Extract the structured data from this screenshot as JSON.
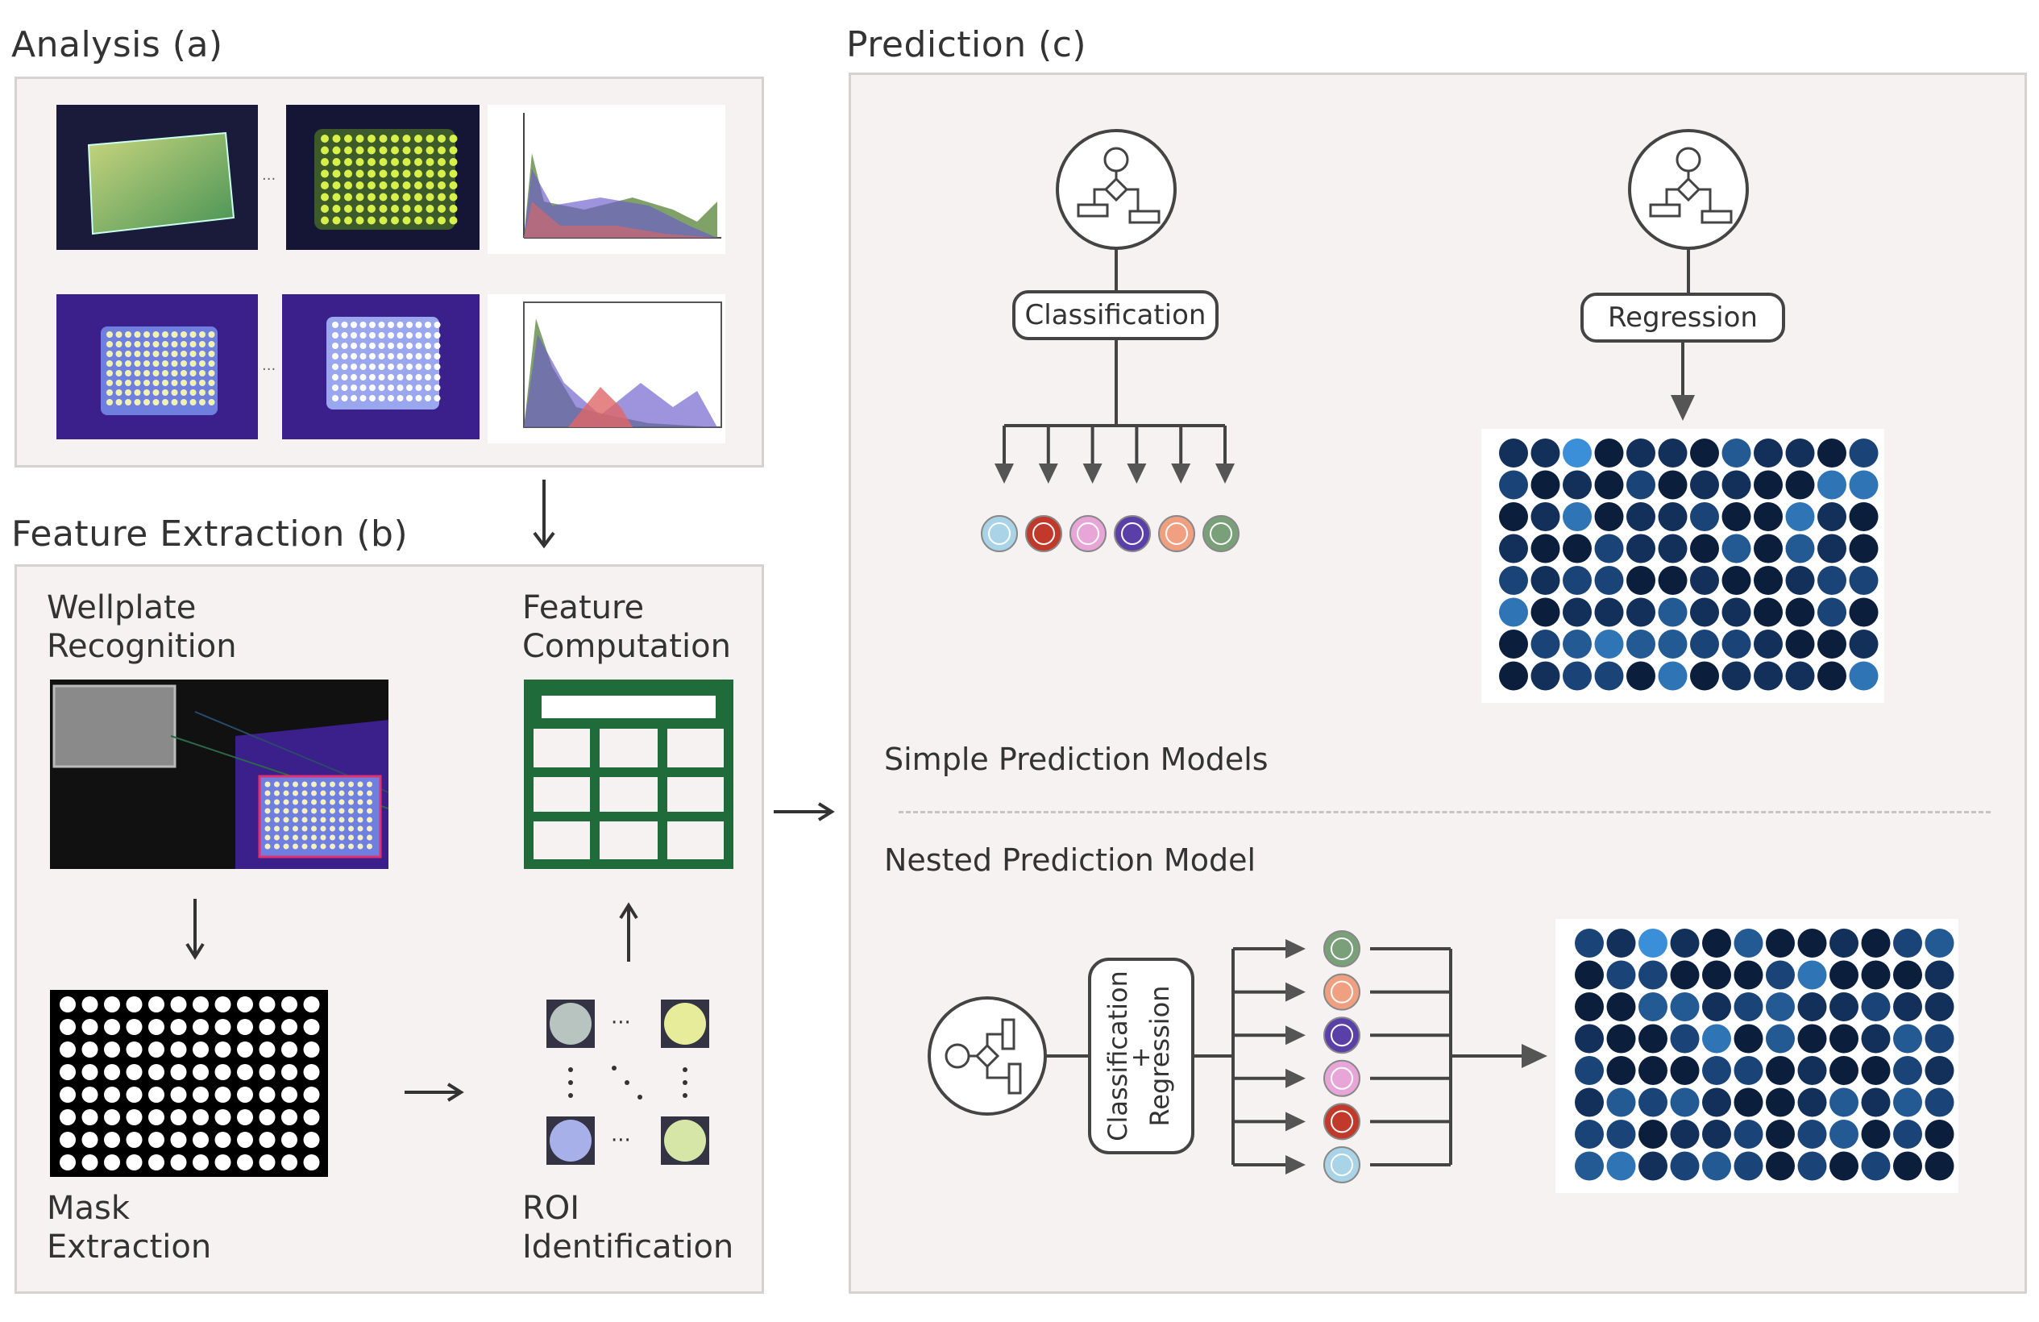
{
  "analysis": {
    "title": "Analysis (a)"
  },
  "feature_extraction": {
    "title": "Feature Extraction (b)",
    "wellplate_recognition": [
      "Wellplate",
      "Recognition"
    ],
    "feature_computation": [
      "Feature",
      "Computation"
    ],
    "mask_extraction": [
      "Mask",
      "Extraction"
    ],
    "roi_identification": [
      "ROI",
      "Identification"
    ]
  },
  "prediction": {
    "title": "Prediction (c)",
    "classification_label": "Classification",
    "regression_label": "Regression",
    "simple_models_label": "Simple Prediction Models",
    "nested_model_label": "Nested Prediction Model",
    "nested_classification": "Classification",
    "nested_plus": "+",
    "nested_regression": "Regression"
  },
  "colors": {
    "panel_bg": "#f6f2f2",
    "table_green": "#1f6b3a",
    "class_colors": [
      "#a9d3e6",
      "#c0392b",
      "#e8a6d8",
      "#5b3fa8",
      "#f0a080",
      "#7aa07a"
    ],
    "nested_class_colors": [
      "#7aa07a",
      "#f0a080",
      "#5b3fa8",
      "#e8a6d8",
      "#c0392b",
      "#a9d3e6"
    ]
  },
  "icons": [
    "decision-tree-icon",
    "down-arrow-icon",
    "right-arrow-icon",
    "up-arrow-icon"
  ]
}
